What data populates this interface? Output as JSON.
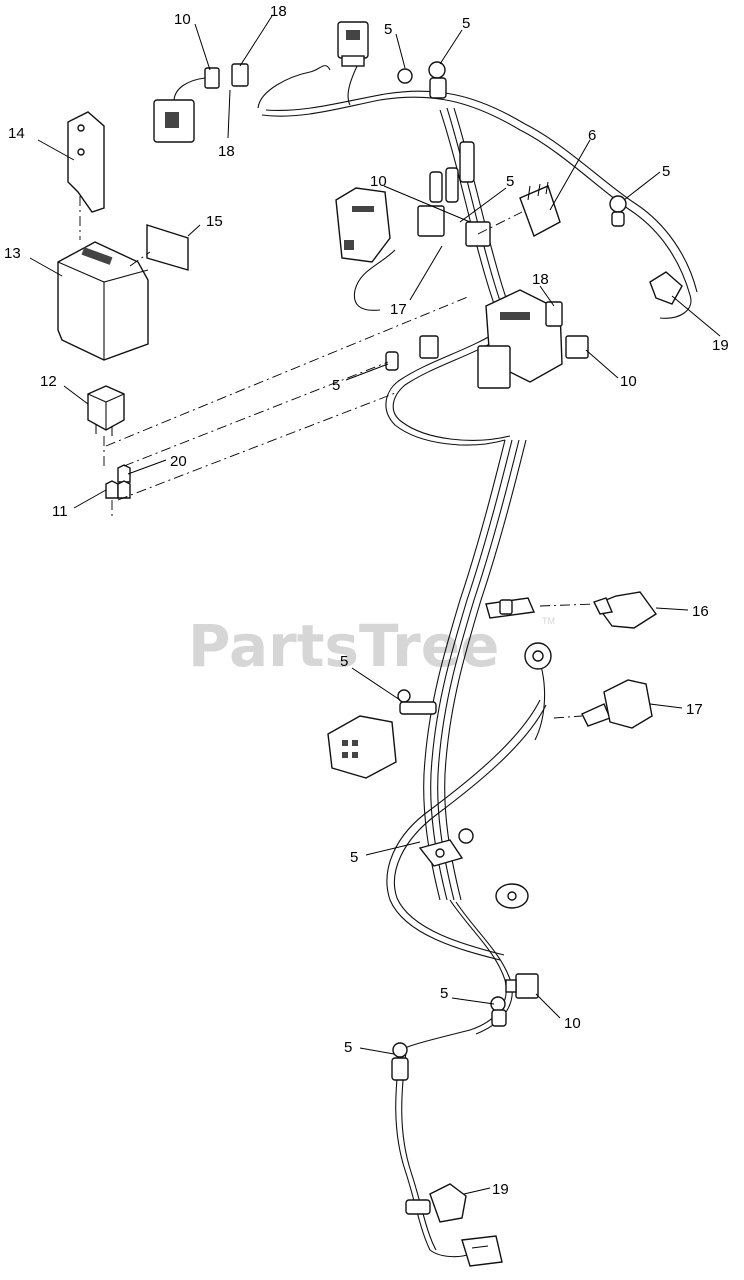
{
  "watermark": {
    "text": "PartsTree",
    "trademark": "TM"
  },
  "callouts": [
    {
      "id": "c1",
      "label": "10"
    },
    {
      "id": "c2",
      "label": "18"
    },
    {
      "id": "c3",
      "label": "18"
    },
    {
      "id": "c4",
      "label": "5"
    },
    {
      "id": "c5",
      "label": "5"
    },
    {
      "id": "c6",
      "label": "14"
    },
    {
      "id": "c7",
      "label": "15"
    },
    {
      "id": "c8",
      "label": "13"
    },
    {
      "id": "c9",
      "label": "10"
    },
    {
      "id": "c10",
      "label": "5"
    },
    {
      "id": "c11",
      "label": "6"
    },
    {
      "id": "c12",
      "label": "5"
    },
    {
      "id": "c13",
      "label": "17"
    },
    {
      "id": "c14",
      "label": "18"
    },
    {
      "id": "c15",
      "label": "19"
    },
    {
      "id": "c16",
      "label": "10"
    },
    {
      "id": "c17",
      "label": "5"
    },
    {
      "id": "c18",
      "label": "12"
    },
    {
      "id": "c19",
      "label": "20"
    },
    {
      "id": "c20",
      "label": "11"
    },
    {
      "id": "c21",
      "label": "16"
    },
    {
      "id": "c22",
      "label": "5"
    },
    {
      "id": "c23",
      "label": "17"
    },
    {
      "id": "c24",
      "label": "5"
    },
    {
      "id": "c25",
      "label": "5"
    },
    {
      "id": "c26",
      "label": "10"
    },
    {
      "id": "c27",
      "label": "5"
    },
    {
      "id": "c28",
      "label": "19"
    }
  ]
}
